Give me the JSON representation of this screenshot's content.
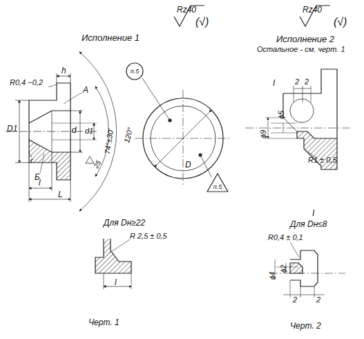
{
  "diagram": {
    "nodes": [
      {
        "text": [
          "п.5"
        ]
      },
      {
        "text": [
          "п.5"
        ]
      }
    ],
    "labels": [
      "Rz40",
      "(√)",
      "Rz40",
      "(√)",
      "Исполнение 1",
      "R0,4 −0,2",
      "h",
      "A",
      "D1",
      "d",
      "d1",
      "74°±30'",
      "120°",
      "r",
      "Б",
      "l",
      "L",
      "25",
      "D",
      "Для Dн≥22",
      "R 2,5 ± 0,5",
      "l",
      "Черт. 1",
      "Исполнение 2",
      "Остальное - см. черт. 1",
      "I",
      "2",
      "2",
      "ϕ5",
      "ϕ9",
      "R1 ± 0,5",
      "I",
      "Для Dн≤8",
      "R0,4 ± 0,1",
      "ϕ2",
      "ϕ4",
      "2",
      "2",
      "Черт. 2"
    ]
  }
}
